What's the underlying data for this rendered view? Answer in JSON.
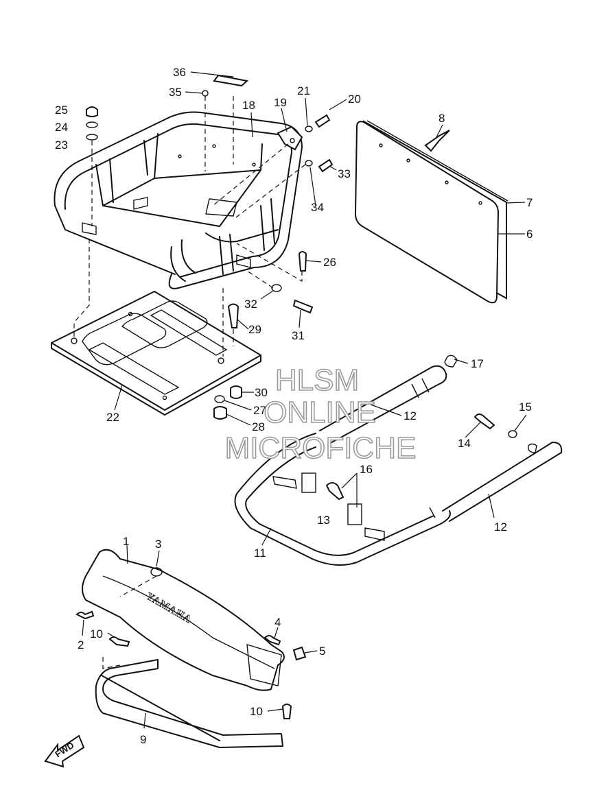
{
  "watermark": {
    "line1": "HLSM",
    "line2": "ONLINE",
    "line3": "MICROFICHE"
  },
  "bumper_emboss": "YAMAHA",
  "direction_arrow": "FWD",
  "callouts": {
    "p1": "1",
    "p2": "2",
    "p3": "3",
    "p4": "4",
    "p5": "5",
    "p6": "6",
    "p7": "7",
    "p8": "8",
    "p9": "9",
    "p10a": "10",
    "p10b": "10",
    "p11": "11",
    "p12a": "12",
    "p12b": "12",
    "p13": "13",
    "p14": "14",
    "p15": "15",
    "p16": "16",
    "p17": "17",
    "p18": "18",
    "p19": "19",
    "p20": "20",
    "p21": "21",
    "p22": "22",
    "p23": "23",
    "p24": "24",
    "p25": "25",
    "p26": "26",
    "p27": "27",
    "p28": "28",
    "p29": "29",
    "p30": "30",
    "p31": "31",
    "p32": "32",
    "p33": "33",
    "p34": "34",
    "p35": "35",
    "p36": "36"
  }
}
